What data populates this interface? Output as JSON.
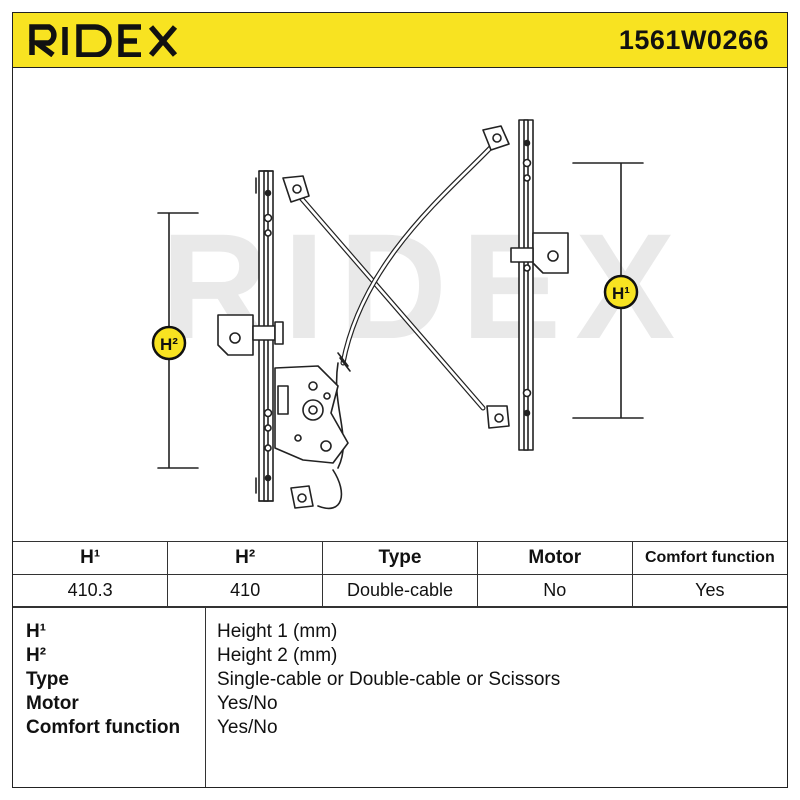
{
  "header": {
    "brand": "RIDEX",
    "part_number": "1561W0266"
  },
  "drawing": {
    "watermark": "RIDEX",
    "dimension_left": "H²",
    "dimension_right": "H¹"
  },
  "spec_table": {
    "columns": [
      "H¹",
      "H²",
      "Type",
      "Motor",
      "Comfort function"
    ],
    "values": [
      "410.3",
      "410",
      "Double-cable",
      "No",
      "Yes"
    ]
  },
  "legend": {
    "items": [
      {
        "key": "H¹",
        "value": "Height 1 (mm)"
      },
      {
        "key": "H²",
        "value": "Height 2 (mm)"
      },
      {
        "key": "Type",
        "value": "Single-cable or Double-cable or Scissors"
      },
      {
        "key": "Motor",
        "value": "Yes/No"
      },
      {
        "key": "Comfort function",
        "value": "Yes/No"
      }
    ]
  },
  "colors": {
    "brand_yellow": "#f8e321",
    "line": "#222222",
    "watermark": "#e9e9e9"
  }
}
